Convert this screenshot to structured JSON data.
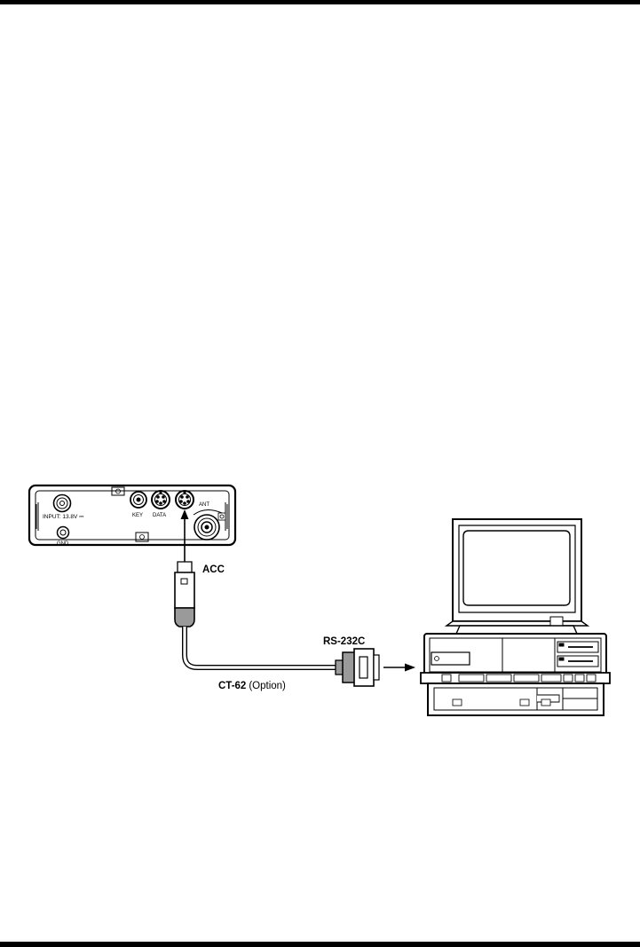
{
  "radio": {
    "input_label": "INPUT: 13.8V ⎓",
    "gnd_label": "GND",
    "key_label": "KEY",
    "data_label": "DATA",
    "ant_label": "ANT"
  },
  "acc_label": "ACC",
  "rs232c_label": "RS-232C",
  "cable": {
    "name": "CT-62",
    "note": "(Option)"
  }
}
